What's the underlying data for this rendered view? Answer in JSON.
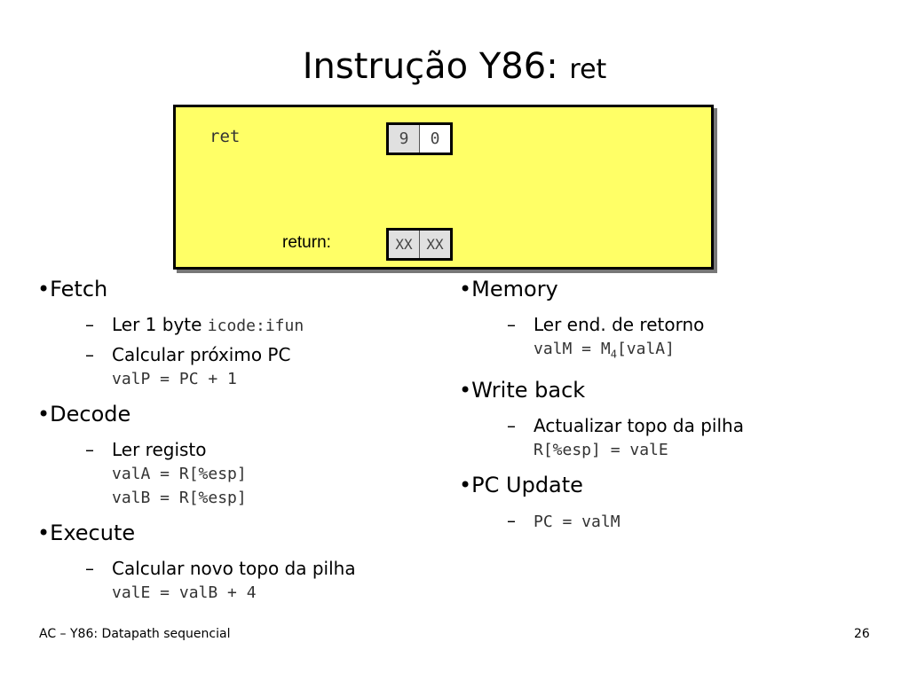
{
  "title": {
    "main": "Instrução Y86: ",
    "rest": "ret"
  },
  "diagram": {
    "instr": "ret",
    "op_bytes": [
      "9",
      "0"
    ],
    "return_label": "return:",
    "return_bytes": [
      "XX",
      "XX"
    ]
  },
  "left": {
    "fetch": {
      "label": "•Fetch",
      "s1": {
        "text": "Ler 1 byte  ",
        "code": "icode:ifun"
      },
      "s2": {
        "text": "Calcular próximo PC",
        "code": "valP = PC + 1"
      }
    },
    "decode": {
      "label": "•Decode",
      "s1": {
        "text": "Ler registo",
        "code1": "valA = R[%esp]",
        "code2": "valB = R[%esp]"
      }
    },
    "execute": {
      "label": "•Execute",
      "s1": {
        "text": "Calcular novo topo da pilha",
        "code": "valE = valB + 4"
      }
    }
  },
  "right": {
    "memory": {
      "label": "•Memory",
      "s1": {
        "text": "Ler end. de retorno",
        "code_a": "valM = M",
        "code_sub": "4",
        "code_b": "[valA]"
      }
    },
    "writeback": {
      "label": "•Write back",
      "s1": {
        "text": "Actualizar topo da pilha",
        "code": "R[%esp] = valE"
      }
    },
    "pcupdate": {
      "label": "•PC Update",
      "s1": {
        "code": "PC = valM"
      }
    }
  },
  "footer": {
    "left": "AC – Y86: Datapath sequencial",
    "page": "26"
  },
  "dash": "–"
}
